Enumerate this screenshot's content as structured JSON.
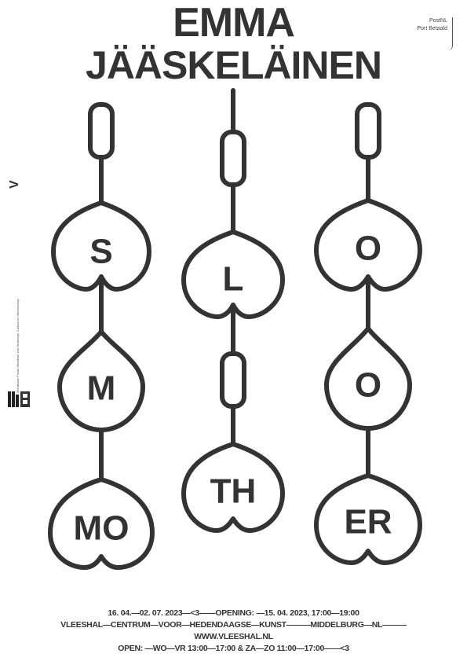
{
  "title": {
    "line1": "EMMA",
    "line2": "JÄÄSKELÄINEN"
  },
  "postage": {
    "line1": "PostNL",
    "line2": "Port Betaald"
  },
  "side": {
    "mark": "V",
    "logo_text": "Mondriaan Fonds Ministerie van Onderwijs, Cultuur en Wetenschap"
  },
  "columns": [
    {
      "name": "left",
      "labels": [
        "S",
        "M",
        "MO"
      ]
    },
    {
      "name": "middle",
      "labels": [
        "L",
        "TH"
      ]
    },
    {
      "name": "right",
      "labels": [
        "O",
        "O",
        "ER"
      ]
    }
  ],
  "footer": {
    "line1": "16. 04.—02. 07. 2023—<3——OPENING: —15. 04. 2023, 17:00—19:00",
    "line2": "VLEESHAL—CENTRUM—VOOR—HEDENDAAGSE—KUNST———MIDDELBURG—NL———",
    "line3": "WWW.VLEESHAL.NL",
    "line4": "OPEN: —WO—VR 13:00—17:00 & ZA—ZO 11:00—17:00——<3"
  },
  "colors": {
    "ink": "#333333",
    "background": "#ffffff"
  }
}
